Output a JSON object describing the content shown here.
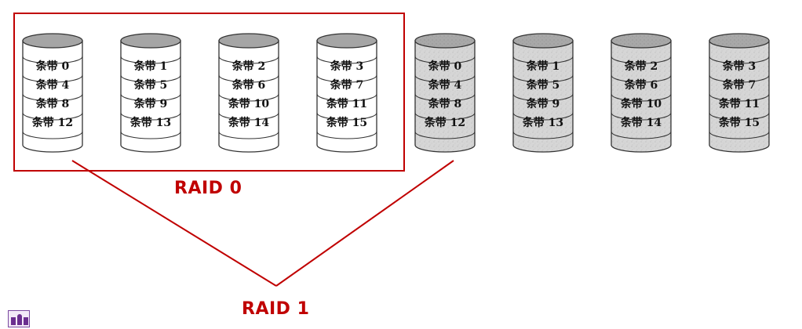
{
  "colors": {
    "accent": "#c00000",
    "plain_disk": "#ffffff",
    "mirror_disk": "#d3d3d3",
    "disk_top": "#a5a5a5",
    "outline": "#333333"
  },
  "raid0_group": {
    "label": "RAID 0",
    "disks": [
      {
        "stripes": [
          "条带 0",
          "条带 4",
          "条带 8",
          "条带 12"
        ]
      },
      {
        "stripes": [
          "条带 1",
          "条带 5",
          "条带 9",
          "条带 13"
        ]
      },
      {
        "stripes": [
          "条带 2",
          "条带 6",
          "条带 10",
          "条带 14"
        ]
      },
      {
        "stripes": [
          "条带 3",
          "条带 7",
          "条带 11",
          "条带 15"
        ]
      }
    ]
  },
  "mirror_group": {
    "disks": [
      {
        "stripes": [
          "条带 0",
          "条带 4",
          "条带 8",
          "条带 12"
        ]
      },
      {
        "stripes": [
          "条带 1",
          "条带 5",
          "条带 9",
          "条带 13"
        ]
      },
      {
        "stripes": [
          "条带 2",
          "条带 6",
          "条带 10",
          "条带 14"
        ]
      },
      {
        "stripes": [
          "条带 3",
          "条带 7",
          "条带 11",
          "条带 15"
        ]
      }
    ]
  },
  "raid1_label": "RAID 1",
  "logo": {
    "icon": "university-logo-icon"
  }
}
